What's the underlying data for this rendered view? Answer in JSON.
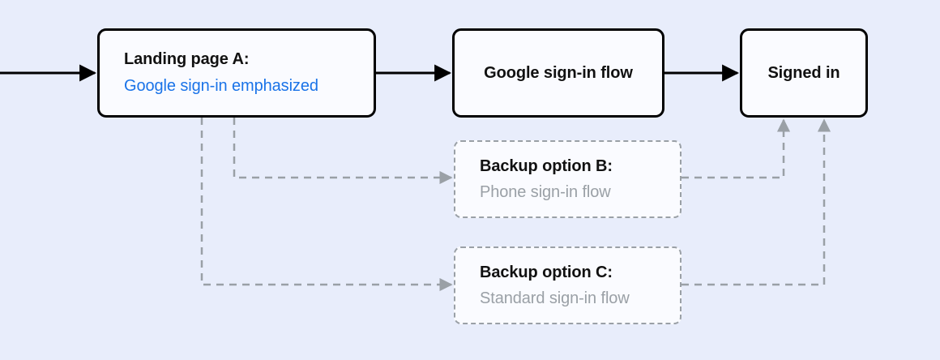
{
  "diagram": {
    "title": "Sign-in flow branching diagram",
    "background_color": "#e8edfb",
    "nodes": [
      {
        "id": "landing-a",
        "title": "Landing page A:",
        "subtitle": "Google sign-in emphasized",
        "subtitle_color": "#1a73e8",
        "style": "solid",
        "border_color": "#000000"
      },
      {
        "id": "google-flow",
        "title": "Google sign-in flow",
        "subtitle": "",
        "style": "solid",
        "border_color": "#000000"
      },
      {
        "id": "signed-in",
        "title": "Signed in",
        "subtitle": "",
        "style": "solid",
        "border_color": "#000000"
      },
      {
        "id": "backup-b",
        "title": "Backup option B:",
        "subtitle": "Phone sign-in flow",
        "subtitle_color": "#9aa0a6",
        "style": "dashed",
        "border_color": "#9aa0a6"
      },
      {
        "id": "backup-c",
        "title": "Backup option C:",
        "subtitle": "Standard sign-in flow",
        "subtitle_color": "#9aa0a6",
        "style": "dashed",
        "border_color": "#9aa0a6"
      }
    ],
    "edges": [
      {
        "id": "entry-to-landing-a",
        "from": "entry",
        "to": "landing-a",
        "style": "solid",
        "color": "#000000"
      },
      {
        "id": "landing-a-to-google-flow",
        "from": "landing-a",
        "to": "google-flow",
        "style": "solid",
        "color": "#000000"
      },
      {
        "id": "google-flow-to-signed-in",
        "from": "google-flow",
        "to": "signed-in",
        "style": "solid",
        "color": "#000000"
      },
      {
        "id": "landing-a-to-backup-b",
        "from": "landing-a",
        "to": "backup-b",
        "style": "dashed",
        "color": "#9aa0a6"
      },
      {
        "id": "landing-a-to-backup-c",
        "from": "landing-a",
        "to": "backup-c",
        "style": "dashed",
        "color": "#9aa0a6"
      },
      {
        "id": "backup-b-to-signed-in",
        "from": "backup-b",
        "to": "signed-in",
        "style": "dashed",
        "color": "#9aa0a6"
      },
      {
        "id": "backup-c-to-signed-in",
        "from": "backup-c",
        "to": "signed-in",
        "style": "dashed",
        "color": "#9aa0a6"
      }
    ]
  }
}
